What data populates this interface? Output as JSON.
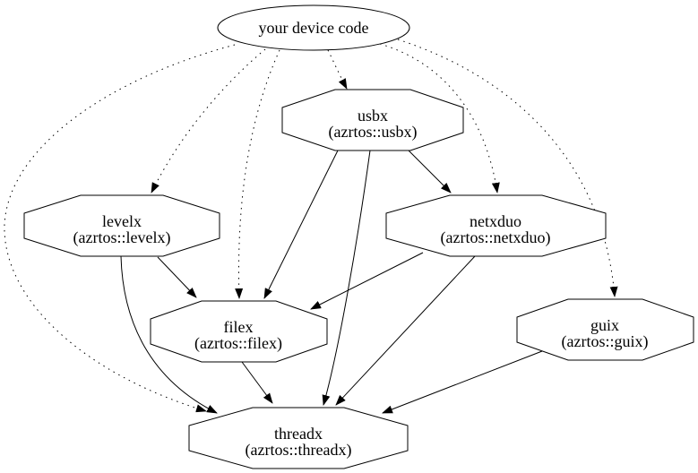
{
  "diagram": {
    "type": "dependency-graph",
    "colors": {
      "background": "#ffffff",
      "node_fill": "#ffffff",
      "stroke": "#000000",
      "text": "#000000"
    },
    "nodes": [
      {
        "id": "device",
        "shape": "ellipse",
        "line1": "your device code",
        "line2": ""
      },
      {
        "id": "usbx",
        "shape": "octagon",
        "line1": "usbx",
        "line2": "(azrtos::usbx)"
      },
      {
        "id": "levelx",
        "shape": "octagon",
        "line1": "levelx",
        "line2": "(azrtos::levelx)"
      },
      {
        "id": "netxduo",
        "shape": "octagon",
        "line1": "netxduo",
        "line2": "(azrtos::netxduo)"
      },
      {
        "id": "filex",
        "shape": "octagon",
        "line1": "filex",
        "line2": "(azrtos::filex)"
      },
      {
        "id": "guix",
        "shape": "octagon",
        "line1": "guix",
        "line2": "(azrtos::guix)"
      },
      {
        "id": "threadx",
        "shape": "octagon",
        "line1": "threadx",
        "line2": "(azrtos::threadx)"
      }
    ],
    "edges": [
      {
        "from": "device",
        "to": "usbx",
        "style": "dotted"
      },
      {
        "from": "device",
        "to": "levelx",
        "style": "dotted"
      },
      {
        "from": "device",
        "to": "netxduo",
        "style": "dotted"
      },
      {
        "from": "device",
        "to": "filex",
        "style": "dotted"
      },
      {
        "from": "device",
        "to": "guix",
        "style": "dotted"
      },
      {
        "from": "device",
        "to": "threadx",
        "style": "dotted"
      },
      {
        "from": "usbx",
        "to": "netxduo",
        "style": "solid"
      },
      {
        "from": "usbx",
        "to": "filex",
        "style": "solid"
      },
      {
        "from": "usbx",
        "to": "threadx",
        "style": "solid"
      },
      {
        "from": "levelx",
        "to": "filex",
        "style": "solid"
      },
      {
        "from": "levelx",
        "to": "threadx",
        "style": "solid"
      },
      {
        "from": "netxduo",
        "to": "filex",
        "style": "solid"
      },
      {
        "from": "netxduo",
        "to": "threadx",
        "style": "solid"
      },
      {
        "from": "filex",
        "to": "threadx",
        "style": "solid"
      },
      {
        "from": "guix",
        "to": "threadx",
        "style": "solid"
      }
    ]
  }
}
